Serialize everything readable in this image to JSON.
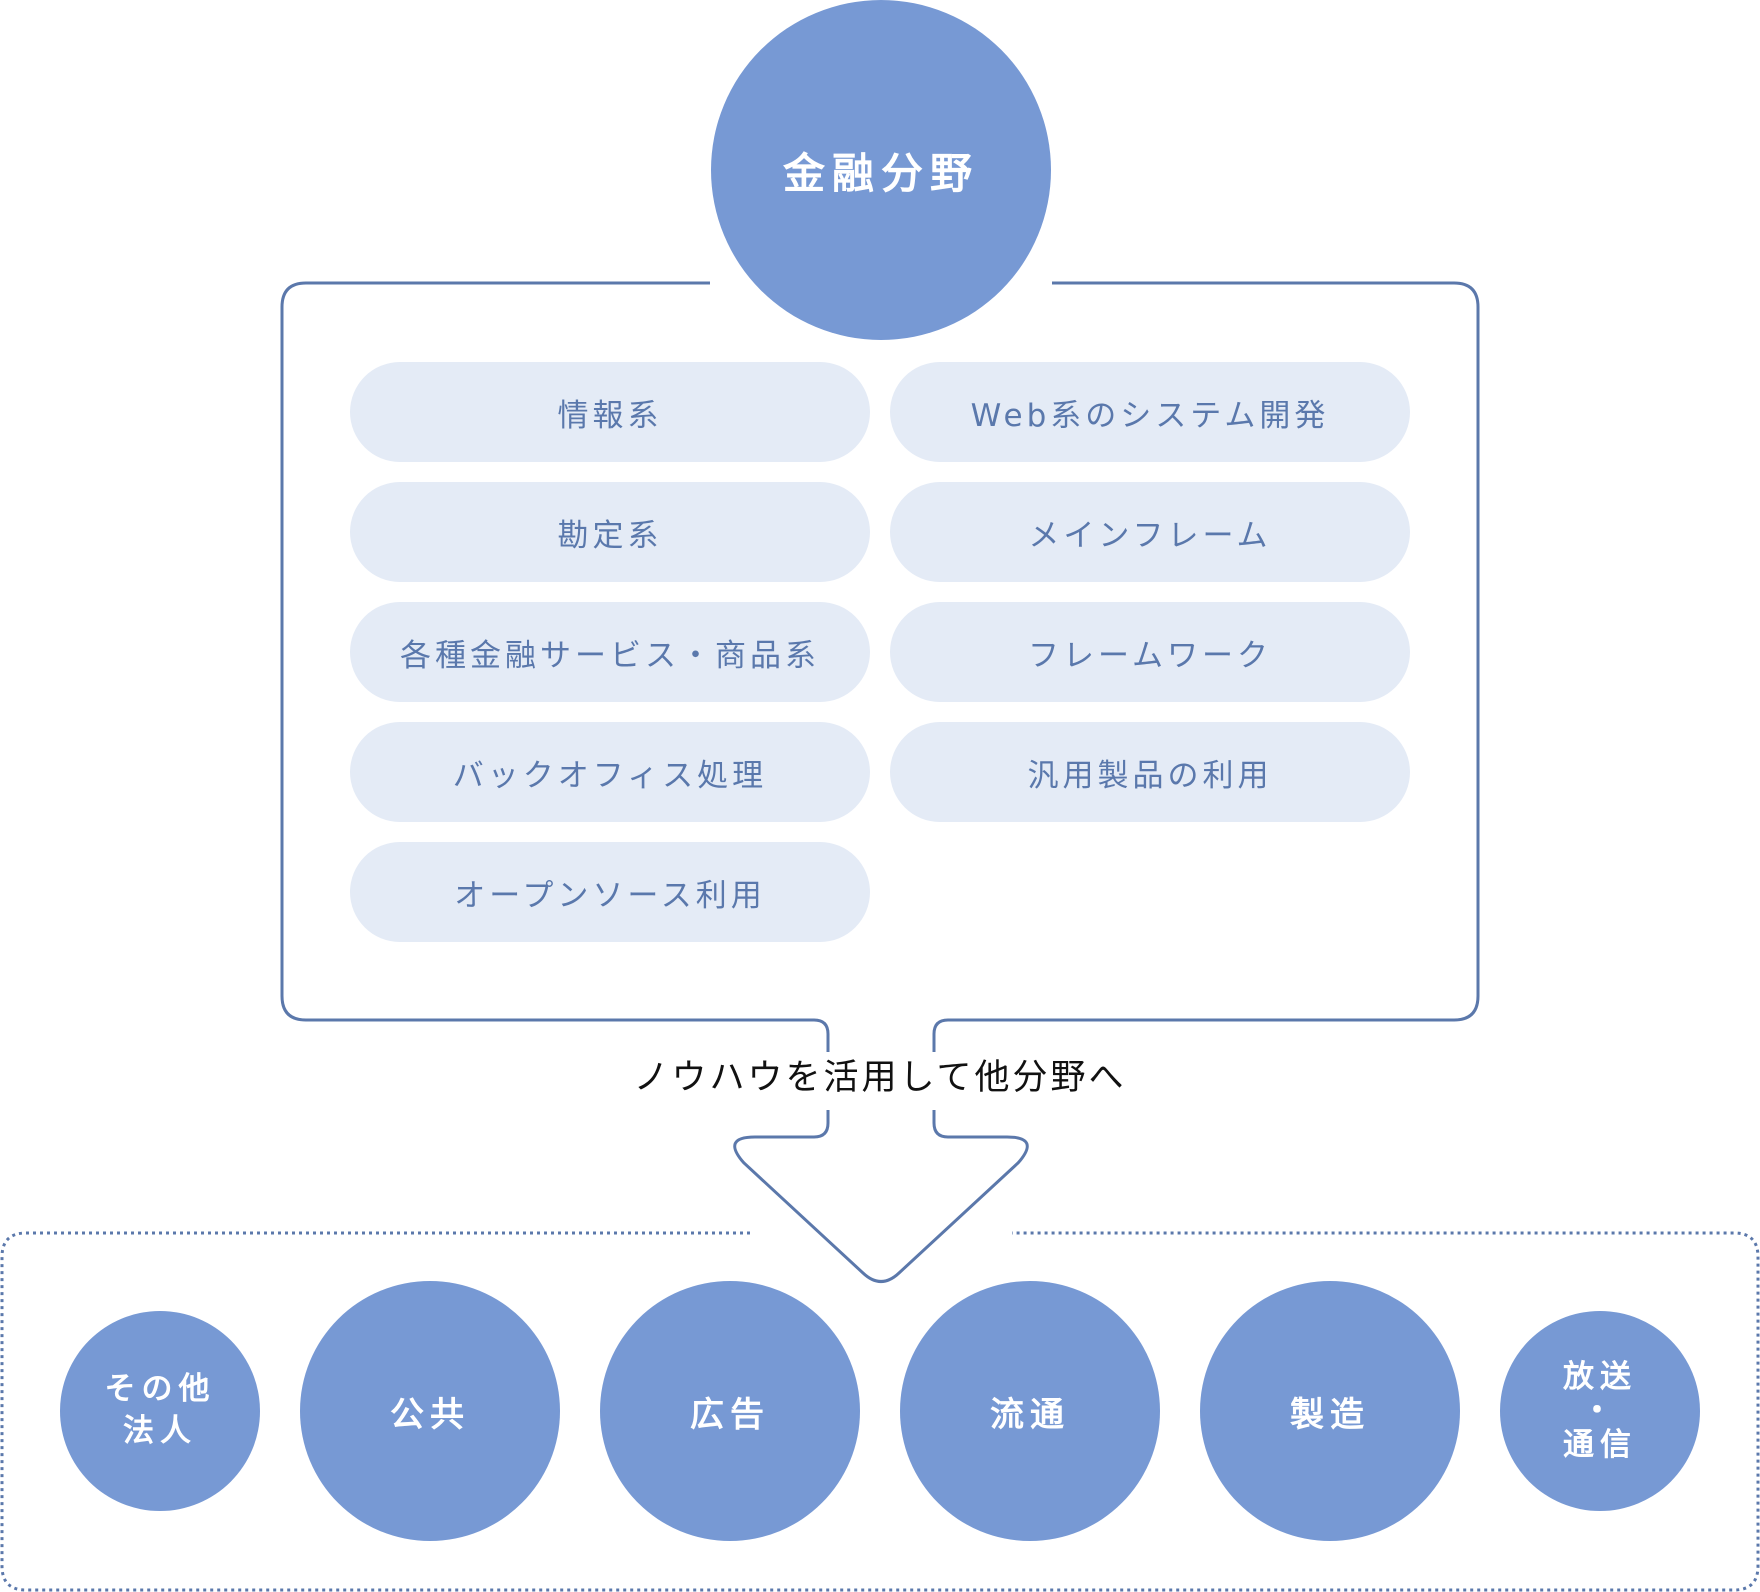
{
  "main_field": "金融分野",
  "categories_left": [
    "情報系",
    "勘定系",
    "各種金融サービス・商品系",
    "バックオフィス処理",
    "オープンソース利用"
  ],
  "categories_right": [
    "Web系のシステム開発",
    "メインフレーム",
    "フレームワーク",
    "汎用製品の利用"
  ],
  "bridge_text": "ノウハウを活用して他分野へ",
  "other_fields": [
    "その他\n法人",
    "公共",
    "広告",
    "流通",
    "製造",
    "放送\n・\n通信"
  ],
  "colors": {
    "circle": "#7799d4",
    "pill_bg": "#e4ebf6",
    "pill_text": "#5a78ac",
    "line": "#5b78ab"
  }
}
